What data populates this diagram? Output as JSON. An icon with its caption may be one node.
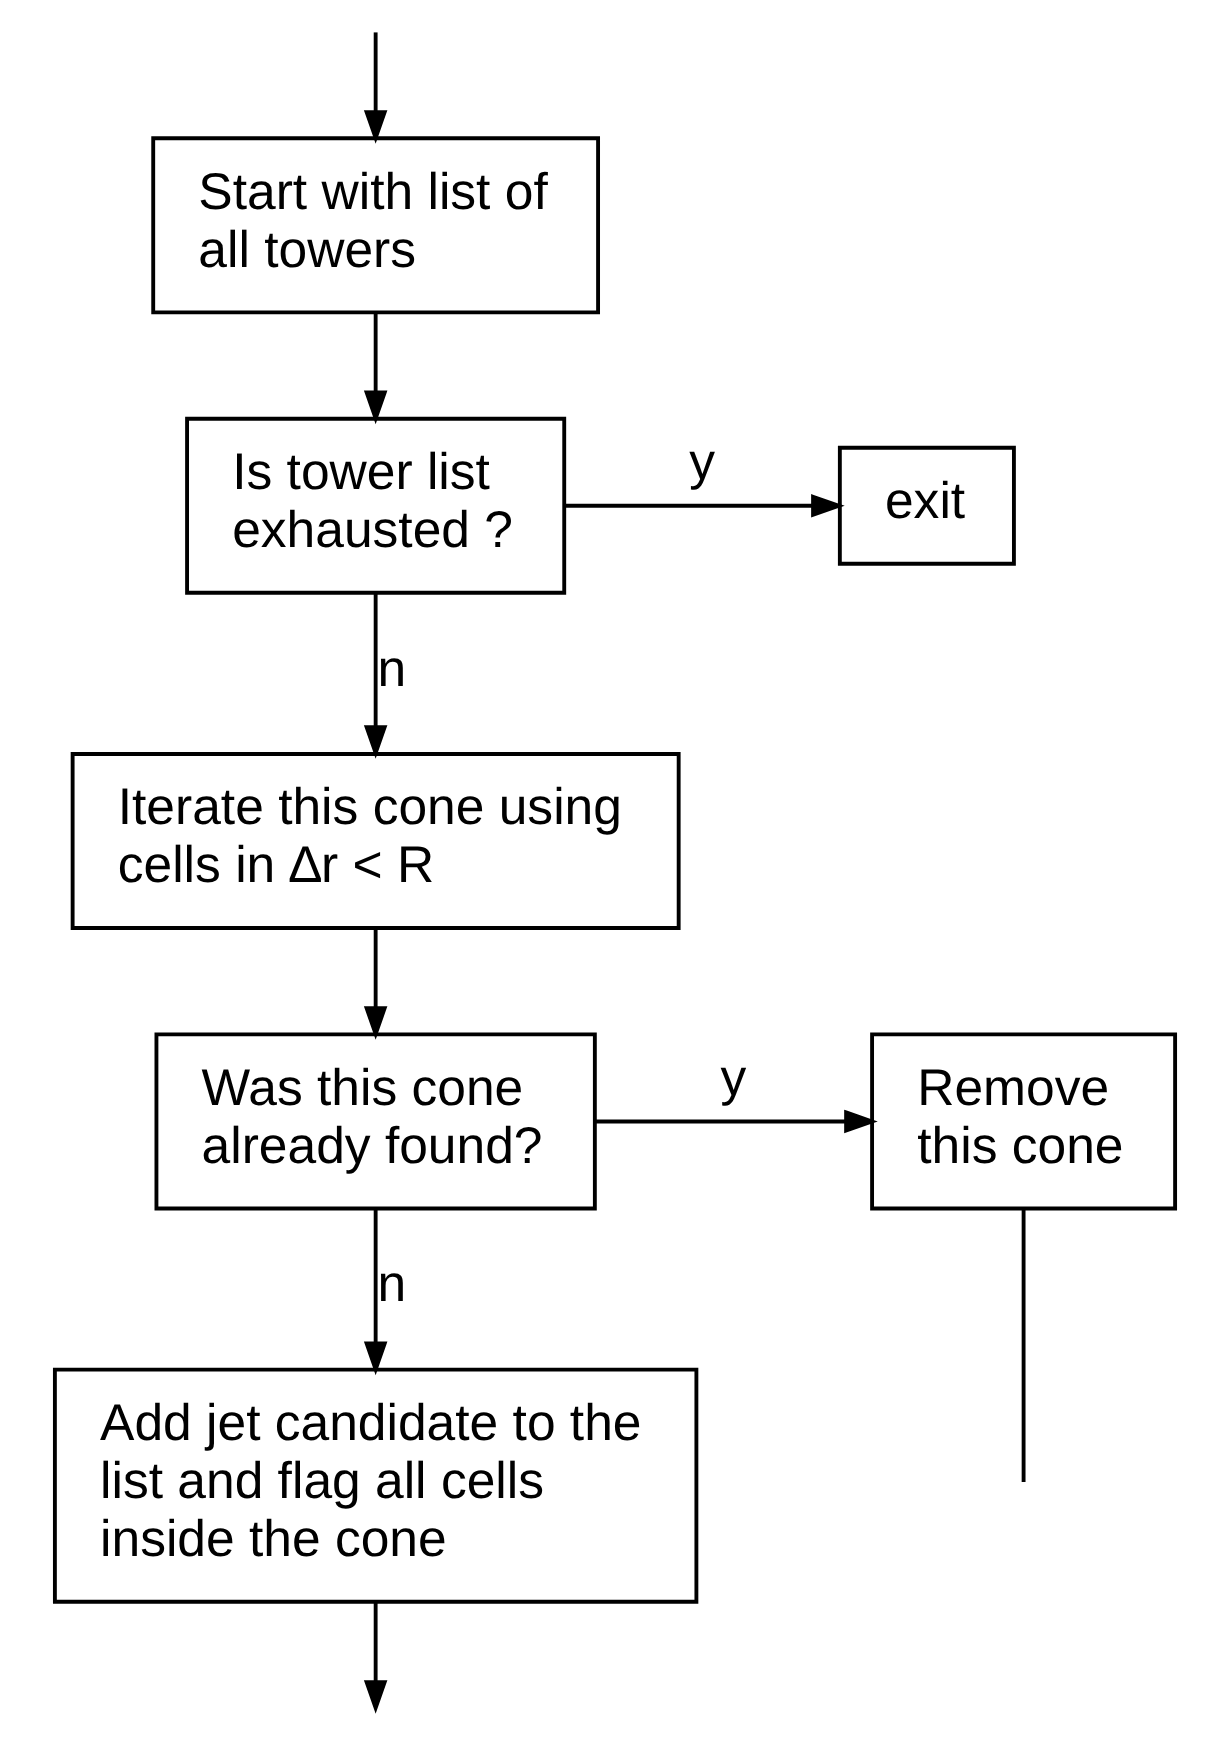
{
  "diagram": {
    "nodes": [
      {
        "text": [
          "Start with list of all towers"
        ]
      },
      {
        "text": [
          "Is tower list exhausted ?"
        ]
      },
      {
        "text": [
          "exit"
        ]
      },
      {
        "text": [
          "Iterate this cone using cells in ∆r < R"
        ]
      },
      {
        "text": [
          "Was this cone already found?"
        ]
      },
      {
        "text": [
          "Remove this cone"
        ]
      },
      {
        "text": [
          "Add jet candidate to the list and flag all cells inside the cone"
        ]
      }
    ],
    "edges": [
      {
        "from": 0,
        "to": 1,
        "arrow": "to"
      },
      {
        "from": 1,
        "to": 2,
        "arrow": "to",
        "label": "y"
      },
      {
        "from": 1,
        "to": 3,
        "arrow": "to",
        "label": "n"
      },
      {
        "from": 3,
        "to": 4,
        "arrow": "to"
      },
      {
        "from": 4,
        "to": 5,
        "arrow": "to",
        "label": "y"
      },
      {
        "from": 4,
        "to": 6,
        "arrow": "to",
        "label": "n"
      },
      {
        "from": 6,
        "to": null,
        "arrow": "to"
      },
      {
        "from": 5,
        "to": null,
        "arrow": "none"
      },
      {
        "from": null,
        "to": 0,
        "arrow": "to"
      }
    ]
  }
}
